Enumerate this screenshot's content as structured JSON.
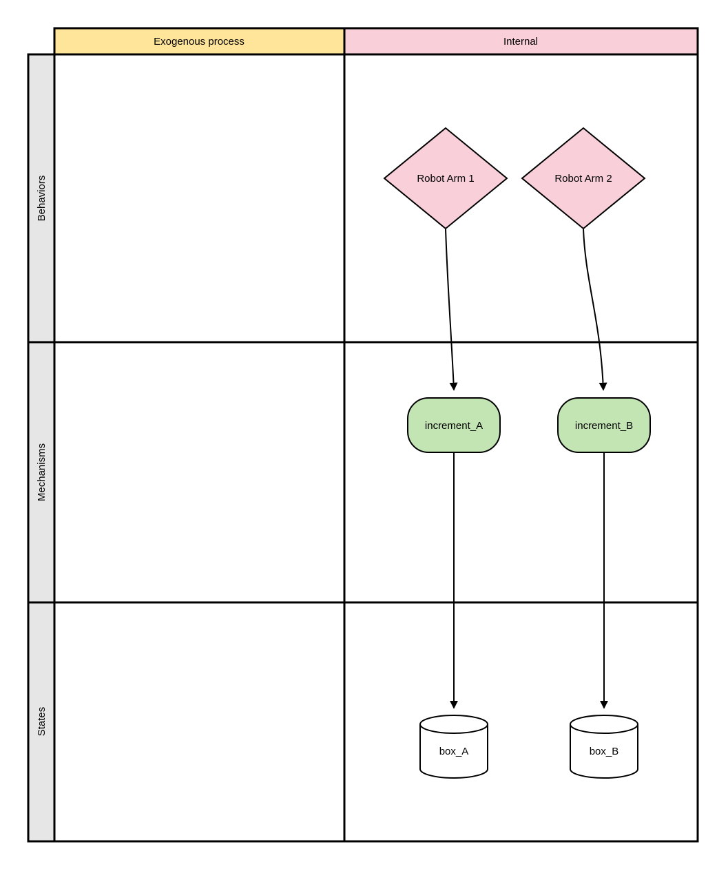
{
  "diagram": {
    "column_headers": [
      {
        "id": "exogenous",
        "label": "Exogenous process"
      },
      {
        "id": "internal",
        "label": "Internal"
      }
    ],
    "row_headers": [
      {
        "id": "behaviors",
        "label": "Behaviors"
      },
      {
        "id": "mechanisms",
        "label": "Mechanisms"
      },
      {
        "id": "states",
        "label": "States"
      }
    ],
    "nodes": {
      "robot_arm_1": {
        "label": "Robot Arm 1",
        "shape": "diamond",
        "row": "Behaviors",
        "column": "Internal"
      },
      "robot_arm_2": {
        "label": "Robot Arm 2",
        "shape": "diamond",
        "row": "Behaviors",
        "column": "Internal"
      },
      "increment_A": {
        "label": "increment_A",
        "shape": "rounded-rectangle",
        "row": "Mechanisms",
        "column": "Internal"
      },
      "increment_B": {
        "label": "increment_B",
        "shape": "rounded-rectangle",
        "row": "Mechanisms",
        "column": "Internal"
      },
      "box_A": {
        "label": "box_A",
        "shape": "cylinder",
        "row": "States",
        "column": "Internal"
      },
      "box_B": {
        "label": "box_B",
        "shape": "cylinder",
        "row": "States",
        "column": "Internal"
      }
    },
    "edges": [
      {
        "from": "Robot Arm 1",
        "to": "increment_A"
      },
      {
        "from": "Robot Arm 2",
        "to": "increment_B"
      },
      {
        "from": "increment_A",
        "to": "box_A"
      },
      {
        "from": "increment_B",
        "to": "box_B"
      }
    ],
    "colors": {
      "header_yellow": "#FFE599",
      "pink": "#F9CFDA",
      "green": "#C3E5B4",
      "row_header_gray": "#E6E6E6",
      "cell_white": "#FFFFFF",
      "line": "#000000"
    }
  }
}
